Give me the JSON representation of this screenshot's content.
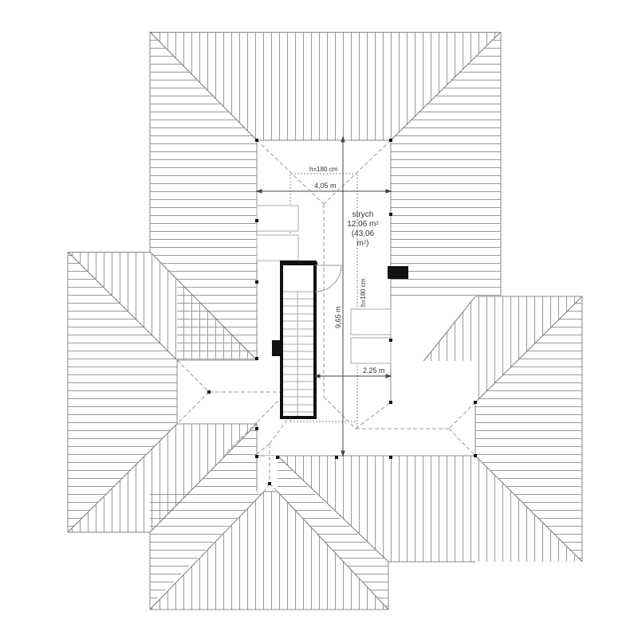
{
  "drawing": {
    "type": "attic floor plan / roof plan",
    "background": "#ffffff",
    "colors": {
      "line": "#888888",
      "ridge": "#777777",
      "dashed": "#999999",
      "wall": "#111111",
      "text": "#333333"
    }
  },
  "room": {
    "name": "strych",
    "area_label": "12,06 m",
    "area_sup": "2",
    "total_area_open": "(43,06 m",
    "total_area_sup": "2",
    "total_area_close": ")"
  },
  "dimensions": {
    "width_top": "4,05 m",
    "height_line_top": "h=180 cm",
    "height_line_side": "h=180 cm",
    "length_vertical": "9,65 m",
    "width_lower": "2,25 m"
  },
  "elements": {
    "stairs": "staircase",
    "chimney_left": "chimney",
    "chimney_right": "chimney"
  }
}
